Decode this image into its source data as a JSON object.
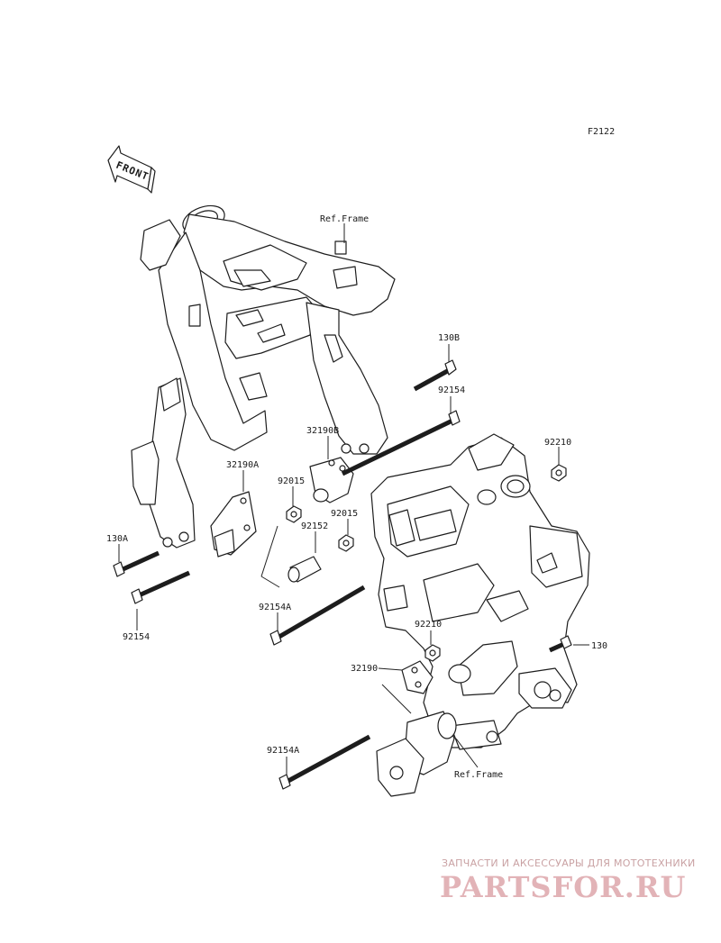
{
  "diagram": {
    "code": "F2122",
    "front_label": "FRONT",
    "ref_frame_top": "Ref.Frame",
    "ref_frame_bottom": "Ref.Frame",
    "labels": {
      "p130B": "130B",
      "p92154_top": "92154",
      "p92210_top": "92210",
      "p32190B": "32190B",
      "p32190A": "32190A",
      "p92015_a": "92015",
      "p92015_b": "92015",
      "p92152": "92152",
      "p130A": "130A",
      "p92154_left": "92154",
      "p92154A_mid": "92154A",
      "p92210_bottom": "92210",
      "p32190": "32190",
      "p130": "130",
      "p92154A_bottom": "92154A"
    }
  },
  "watermark": {
    "tagline": "ЗАПЧАСТИ И АКСЕССУАРЫ ДЛЯ МОТОТЕХНИКИ",
    "logo": "PARTSFOR.RU"
  }
}
